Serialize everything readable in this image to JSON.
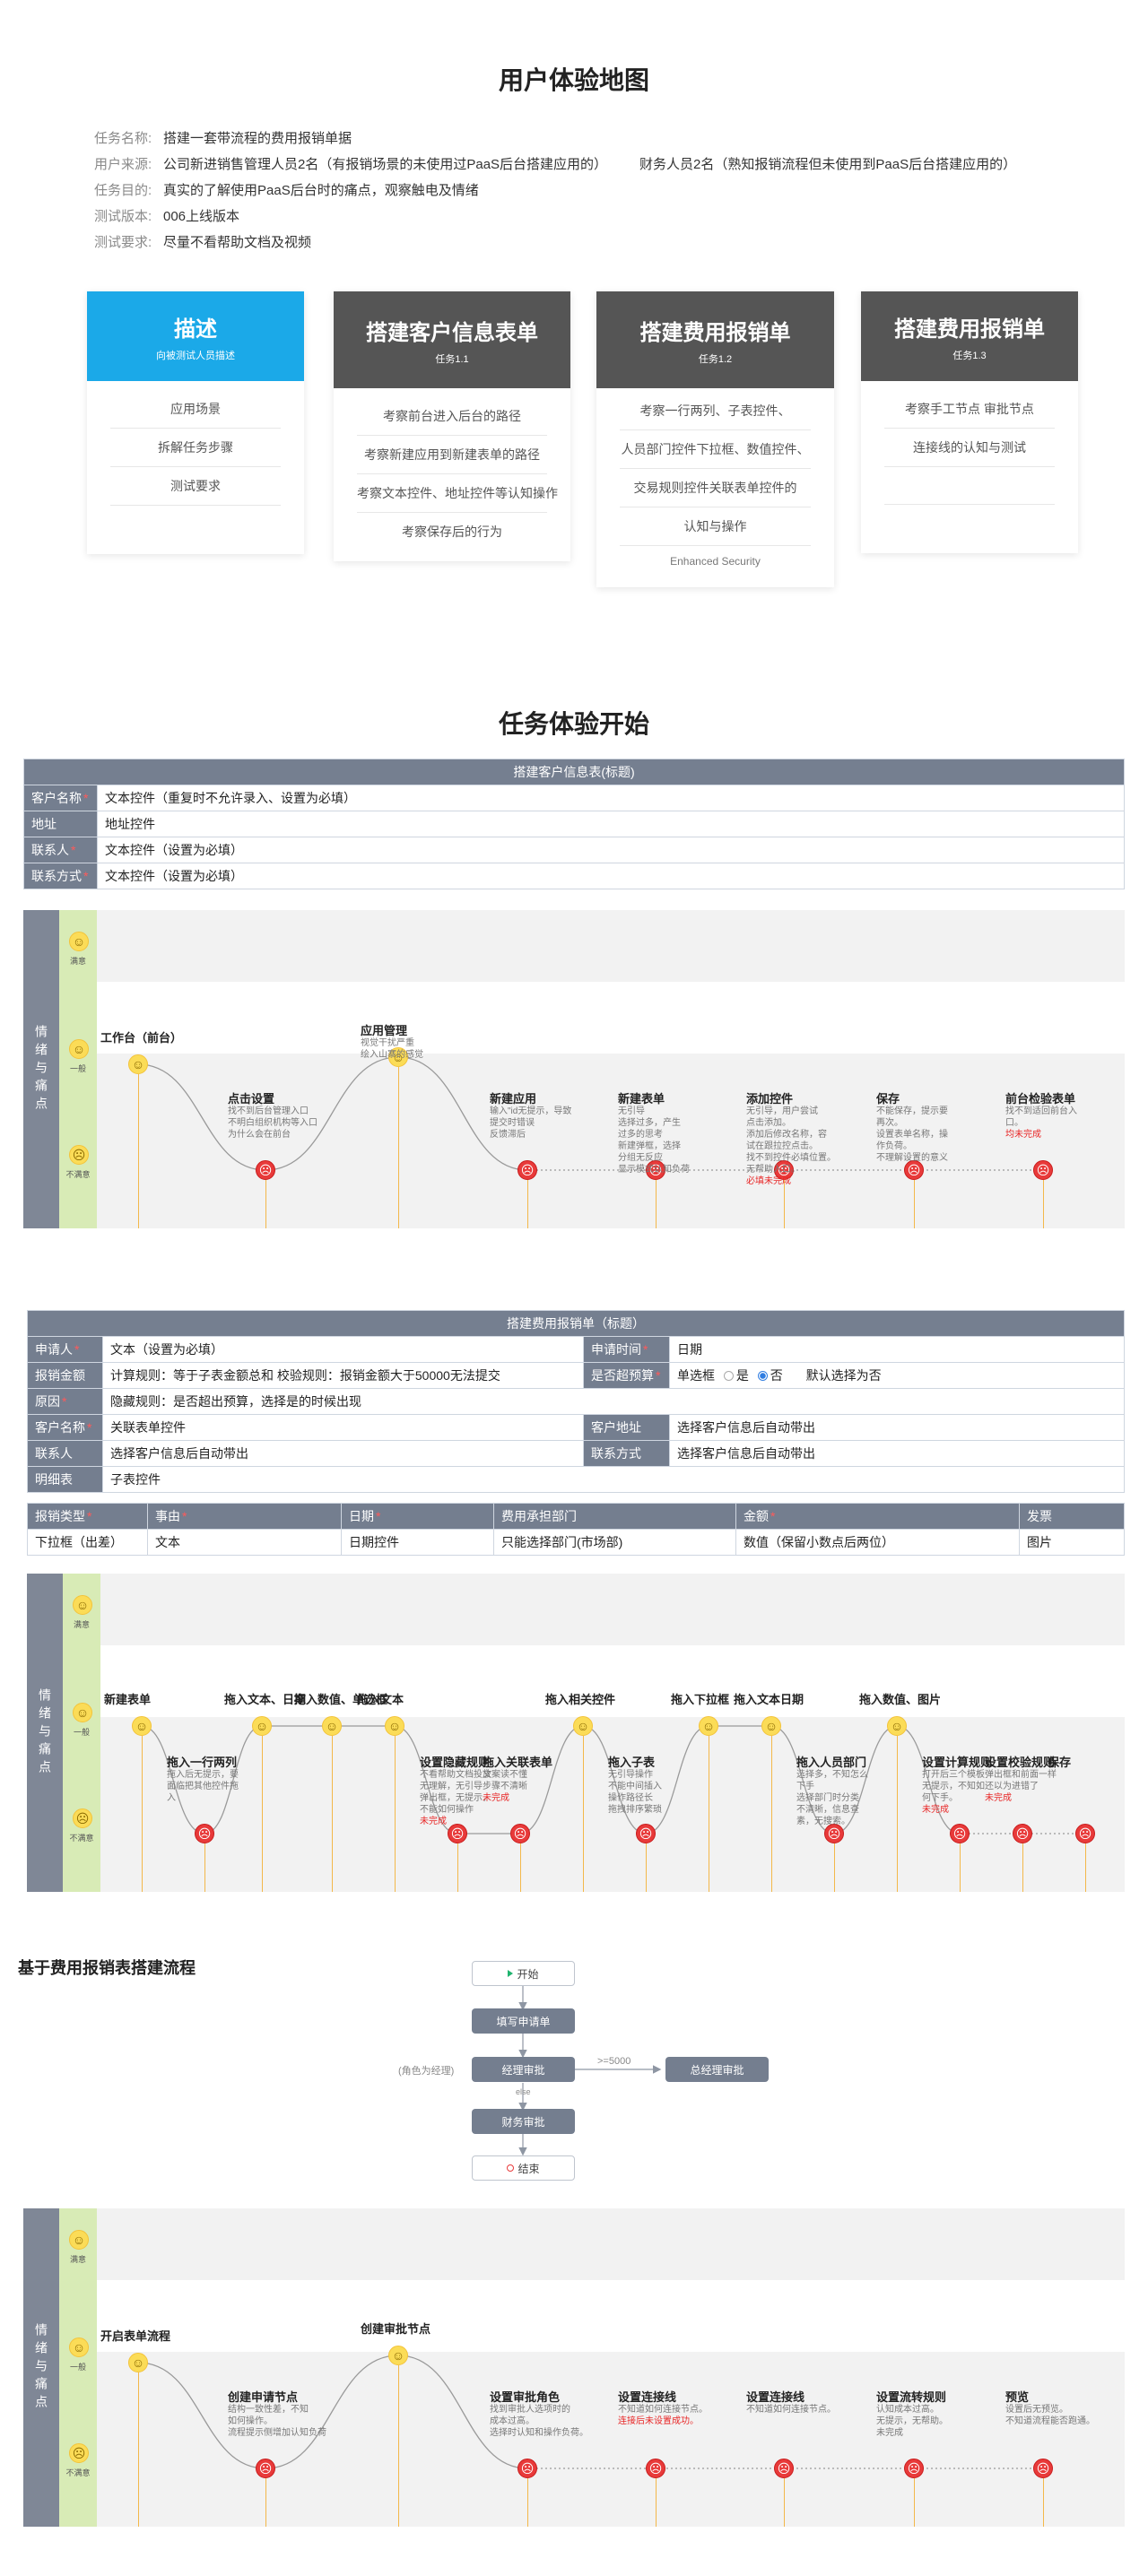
{
  "header": {
    "title": "用户体验地图",
    "info": [
      {
        "label": "任务名称:",
        "value": "搭建一套带流程的费用报销单据"
      },
      {
        "label": "用户来源:",
        "value": "公司新进销售管理人员2名（有报销场景的未使用过PaaS后台搭建应用的）",
        "value2": "财务人员2名（熟知报销流程但未使用到PaaS后台搭建应用的）"
      },
      {
        "label": "任务目的:",
        "value": "真实的了解使用PaaS后台时的痛点，观察触电及情绪"
      },
      {
        "label": "测试版本:",
        "value": "006上线版本"
      },
      {
        "label": "测试要求:",
        "value": "尽量不看帮助文档及视频"
      }
    ]
  },
  "cards": [
    {
      "title": "描述",
      "sub": "向被测试人员描述",
      "color": "#1ba9e8",
      "items": [
        "应用场景",
        "拆解任务步骤",
        "测试要求",
        ""
      ]
    },
    {
      "title": "搭建客户信息表单",
      "sub": "任务1.1",
      "color": "#555555",
      "items": [
        "考察前台进入后台的路径",
        "考察新建应用到新建表单的路径",
        "考察文本控件、地址控件等认知操作",
        "考察保存后的行为"
      ]
    },
    {
      "title": "搭建费用报销单",
      "sub": "任务1.2",
      "color": "#555555",
      "items": [
        "考察一行两列、子表控件、",
        "人员部门控件下拉框、数值控件、",
        "交易规则控件关联表单控件的",
        "认知与操作",
        "Enhanced Security"
      ]
    },
    {
      "title": "搭建费用报销单",
      "sub": "任务1.3",
      "color": "#555555",
      "items": [
        "考察手工节点 审批节点",
        "连接线的认知与测试",
        "",
        ""
      ]
    }
  ],
  "section2": {
    "title": "任务体验开始"
  },
  "form1": {
    "caption": "搭建客户信息表(标题)",
    "rows": [
      {
        "k": "客户名称",
        "req": true,
        "v": "文本控件（重复时不允许录入、设置为必填）"
      },
      {
        "k": "地址",
        "req": false,
        "v": "地址控件"
      },
      {
        "k": "联系人",
        "req": true,
        "v": "文本控件（设置为必填）"
      },
      {
        "k": "联系方式",
        "req": true,
        "v": "文本控件（设置为必填）"
      }
    ]
  },
  "moods": {
    "side": "情绪与痛点",
    "good": "满意",
    "normal": "一般",
    "bad": "不满意"
  },
  "map1": {
    "stages": [
      {
        "name": "工作台（前台）",
        "note": ""
      },
      {
        "name": "点击设置",
        "note": "找不到后台管理入口\n不明白组织机构等入口\n为什么会在前台"
      },
      {
        "name": "应用管理",
        "note": "视觉干扰严重\n绘入山寨的感觉"
      },
      {
        "name": "新建应用",
        "note": "输入\"id无提示，导致\n提交时错误\n反馈滞后"
      },
      {
        "name": "新建表单",
        "note": "无引导\n选择过多，产生\n过多的思考\n新建弹框，选择\n分组无反应\n显示模式认知负荷"
      },
      {
        "name": "添加控件",
        "note": "无引导，用户尝试\n点击添加。\n添加后修改名称，容\n试在跟拉控点击。\n找不到控件必填位置。\n无帮助入口。",
        "hl": "必填未完成"
      },
      {
        "name": "保存",
        "note": "不能保存，提示要\n再次。\n设置表单名称，操\n作负荷。\n不理解设置的意义"
      },
      {
        "name": "前台检验表单",
        "note": "找不到适回前台入\n口。",
        "hl": "均未完成"
      }
    ]
  },
  "form2": {
    "caption": "搭建费用报销单（标题）",
    "rows": [
      [
        {
          "k": "申请人",
          "req": true,
          "v": "文本（设置为必填）"
        },
        {
          "k": "申请时间",
          "req": true,
          "v": "日期"
        }
      ],
      [
        {
          "k": "报销金额",
          "req": false,
          "v": "计算规则：等于子表金额总和  校验规则：报销金额大于50000无法提交"
        },
        {
          "k": "是否超预算",
          "req": true,
          "v": "单选框",
          "radio1": "是",
          "radio2": "否",
          "extra": "默认选择为否"
        }
      ],
      [
        {
          "k": "原因",
          "req": true,
          "v": "隐藏规则：是否超出预算，选择是的时候出现",
          "full": true
        }
      ],
      [
        {
          "k": "客户名称",
          "req": true,
          "v": "关联表单控件"
        },
        {
          "k": "客户地址",
          "req": false,
          "v": "选择客户信息后自动带出"
        }
      ],
      [
        {
          "k": "联系人",
          "req": false,
          "v": "选择客户信息后自动带出"
        },
        {
          "k": "联系方式",
          "req": false,
          "v": "选择客户信息后自动带出"
        }
      ],
      [
        {
          "k": "明细表",
          "req": false,
          "v": "子表控件",
          "full": true
        }
      ]
    ],
    "sub_head": [
      "报销类型",
      "事由",
      "日期",
      "费用承担部门",
      "金额",
      "发票"
    ],
    "sub_req": [
      true,
      true,
      true,
      false,
      true,
      false
    ],
    "sub_row": [
      "下拉框（出差）",
      "文本",
      "日期控件",
      "只能选择部门(市场部)",
      "数值（保留小数点后两位）",
      "图片"
    ]
  },
  "map2": {
    "stages": [
      {
        "name": "新建表单",
        "note": ""
      },
      {
        "name": "拖入一行两列",
        "note": "拖入后无提示，要\n面临把其他控件拖\n入"
      },
      {
        "name": "拖入文本、日期",
        "note": ""
      },
      {
        "name": "拖入数值、单选框",
        "note": ""
      },
      {
        "name": "拖入文本",
        "note": ""
      },
      {
        "name": "设置隐藏规则",
        "note": "不看帮助文档投放\n无理解，无引导\n弹出框，无提示，\n不能如何操作",
        "hl": "未完成"
      },
      {
        "name": "拖入关联表单",
        "note": "文案读不懂\n步骤不清晰",
        "hl": "未完成"
      },
      {
        "name": "拖入相关控件",
        "note": ""
      },
      {
        "name": "拖入子表",
        "note": "无引导操作\n不能中间插入\n操作路径长\n拖拽排序繁琐"
      },
      {
        "name": "拖入下拉框",
        "note": ""
      },
      {
        "name": "拖入文本日期",
        "note": ""
      },
      {
        "name": "拖入人员部门",
        "note": "选择多，不知怎么\n下手\n选择部门时分类\n不清晰，信息查\n素，无搜索。"
      },
      {
        "name": "拖入数值、图片",
        "note": ""
      },
      {
        "name": "设置计算规则",
        "note": "打开后三个模板\n无提示，不知如\n何下手。",
        "hl": "未完成"
      },
      {
        "name": "设置校验规则",
        "note": "弹出框和前面一样\n还以为进错了",
        "hl": "未完成"
      },
      {
        "name": "保存",
        "note": ""
      }
    ]
  },
  "flow": {
    "title": "基于费用报销表搭建流程",
    "start": "开始",
    "step1": "填写申请单",
    "step2": "经理审批",
    "step2_left": "(角色为经理)",
    "step3": "总经理审批",
    "edge_label": ">=5000",
    "else_label": "else",
    "step4": "财务审批",
    "end": "结束"
  },
  "map3": {
    "stages": [
      {
        "name": "开启表单流程",
        "note": ""
      },
      {
        "name": "创建申请节点",
        "note": "结构一致性差，不知\n如何操作。\n流程提示侧增加认知负荷"
      },
      {
        "name": "创建审批节点",
        "note": ""
      },
      {
        "name": "设置审批角色",
        "note": "找到审批人选项时的\n成本过高。\n选择时认知和操作负荷。"
      },
      {
        "name": "设置连接线",
        "note": "不知道如何连接节点。",
        "hl": "连接后未设置成功。"
      },
      {
        "name": "设置连接线",
        "note": "不知道如何连接节点。"
      },
      {
        "name": "设置流转规则",
        "note": "认知成本过高。\n无提示，无帮助。\n未完成"
      },
      {
        "name": "预览",
        "note": "设置后无预览。\n不知道流程能否跑通。"
      }
    ]
  },
  "colors": {
    "accent": "#1ba9e8",
    "dark": "#555555",
    "slate": "#747e8f",
    "mood_green": "#d8ebb6",
    "happy": "#fbdc57",
    "sad": "#e83a3a",
    "curve": "#9a9a9a"
  },
  "icons": {
    "happy": "smile-icon",
    "sad": "frown-icon",
    "neutral": "neutral-icon",
    "start": "play-icon",
    "end": "stop-icon"
  }
}
